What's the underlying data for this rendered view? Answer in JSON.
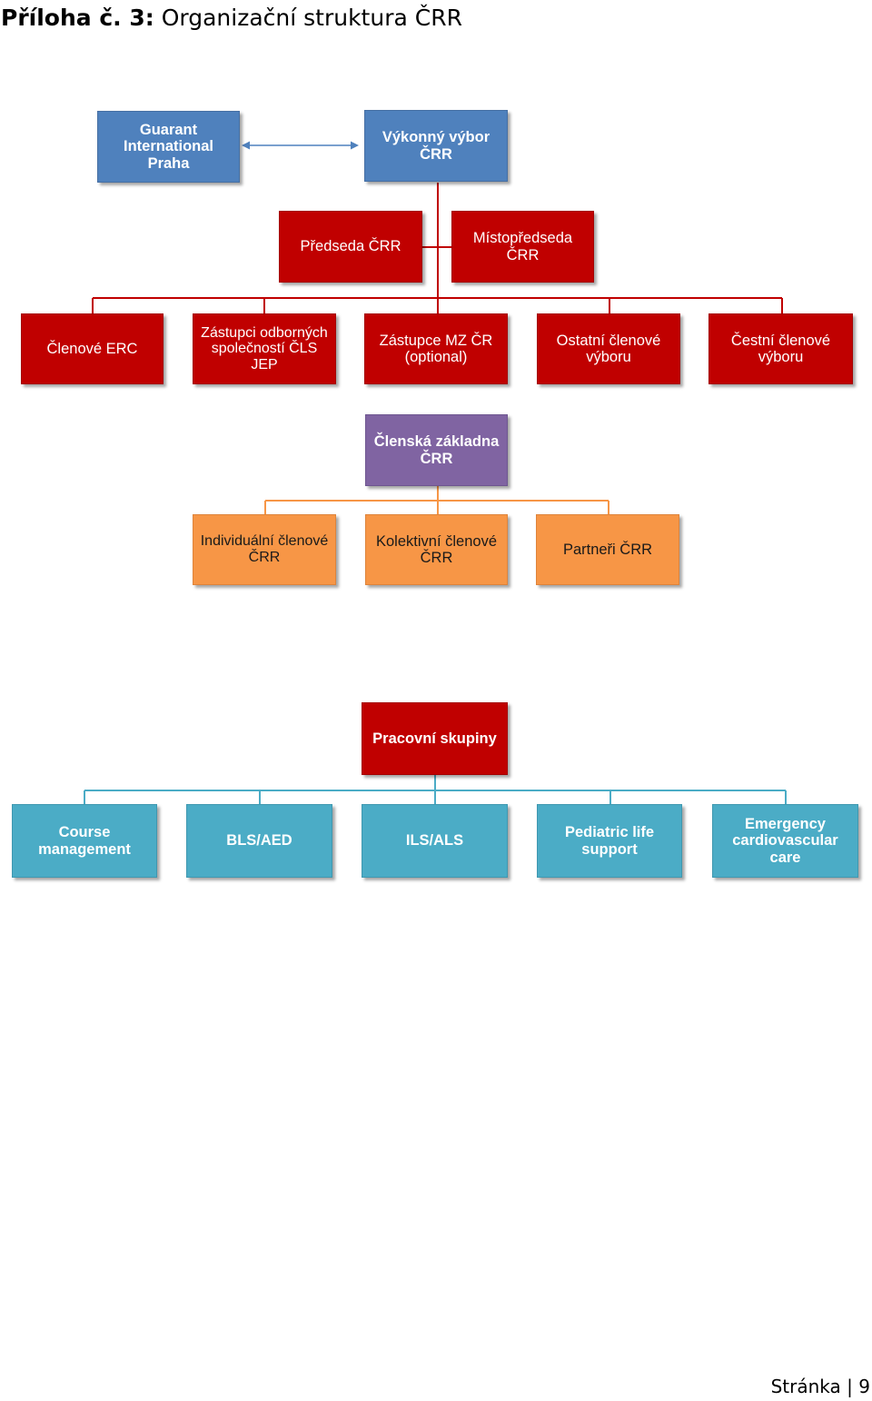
{
  "heading": {
    "label_bold": "Příloha č. 3:",
    "title": "Organizační struktura ČRR"
  },
  "leadership": {
    "guarant": "Guarant\nInternational\nPraha",
    "vykonny_vybor": "Výkonný výbor\nČRR",
    "predseda": "Předseda ČRR",
    "mistopredseda": "Místopředseda\nČRR"
  },
  "committee_members": [
    "Členové ERC",
    "Zástupci odborných\nspolečností ČLS\nJEP",
    "Zástupce MZ ČR\n(optional)",
    "Ostatní členové\nvýboru",
    "Čestní členové\nvýboru"
  ],
  "membership": {
    "root": "Členská základna\nČRR",
    "items": [
      "Individuální členové\nČRR",
      "Kolektivní členové\nČRR",
      "Partneři ČRR"
    ]
  },
  "working_groups": {
    "root": "Pracovní skupiny",
    "items": [
      "Course\nmanagement",
      "BLS/AED",
      "ILS/ALS",
      "Pediatric life\nsupport",
      "Emergency\ncardiovascular\ncare"
    ]
  },
  "colors": {
    "blue": "#4f81bd",
    "red": "#c00000",
    "purple": "#8064a2",
    "orange": "#f79646",
    "teal": "#4bacc6"
  },
  "footer": {
    "page_label": "Stránka",
    "separator": "|",
    "page_number": "9"
  }
}
